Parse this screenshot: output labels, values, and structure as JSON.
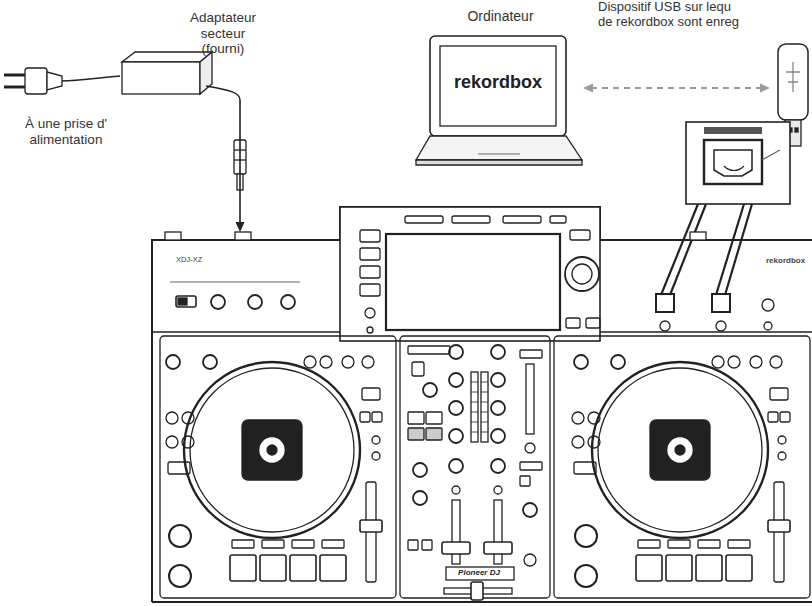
{
  "diagram": {
    "nodes": [
      {
        "text": [
          "Adaptateur secteur (fourni)"
        ]
      },
      {
        "text": [
          "Ordinateur",
          "rekordbox"
        ]
      },
      {
        "text": [
          "Dispositif USB sur lequ de rekordbox sont enreg"
        ]
      },
      {
        "text": [
          "XDJ-XZ",
          "rekordbox",
          "Pioneer DJ"
        ]
      }
    ],
    "edges": [
      {
        "from": 1,
        "to": 2,
        "arrow": "both"
      },
      {
        "from": 0,
        "to": 3,
        "arrow": "to"
      }
    ],
    "labels": [
      "À une prise d' alimentation"
    ]
  }
}
